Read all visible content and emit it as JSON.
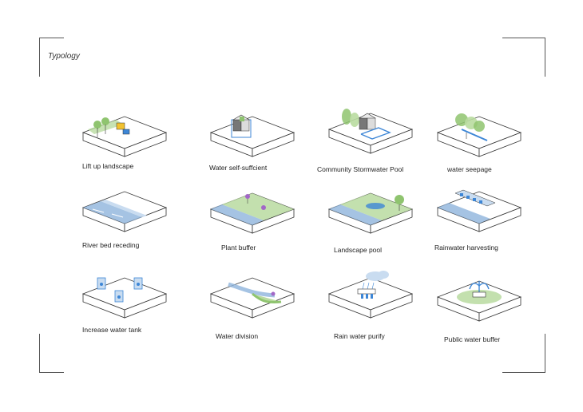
{
  "title": "Typology",
  "items": [
    {
      "label": "Lift up landscape",
      "icon": "lift-up-landscape-icon"
    },
    {
      "label": "Water self-suffcient",
      "icon": "water-self-sufficient-icon"
    },
    {
      "label": "Community Stormwater Pool",
      "icon": "community-stormwater-pool-icon"
    },
    {
      "label": "water seepage",
      "icon": "water-seepage-icon"
    },
    {
      "label": "River bed receding",
      "icon": "river-bed-receding-icon"
    },
    {
      "label": "Plant buffer",
      "icon": "plant-buffer-icon"
    },
    {
      "label": "Landscape pool",
      "icon": "landscape-pool-icon"
    },
    {
      "label": "Rainwater  harvesting",
      "icon": "rainwater-harvesting-icon"
    },
    {
      "label": "Increase water tank",
      "icon": "increase-water-tank-icon"
    },
    {
      "label": "Water division",
      "icon": "water-division-icon"
    },
    {
      "label": "Rain water purify",
      "icon": "rain-water-purify-icon"
    },
    {
      "label": "Public water buffer",
      "icon": "public-water-buffer-icon"
    }
  ],
  "colors": {
    "line": "#333333",
    "water": "#8fb4dc",
    "water_light": "#c9dcf0",
    "grass": "#b9dba0",
    "tree": "#8fc46f",
    "purple": "#a267c7",
    "blue_accent": "#3d86d6"
  }
}
